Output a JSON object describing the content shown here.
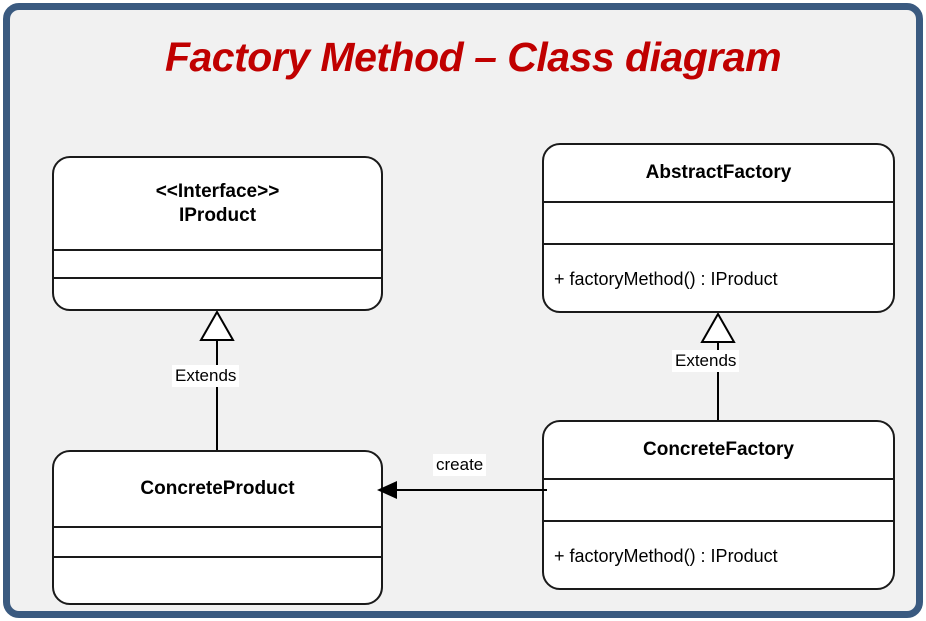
{
  "frame": {
    "border_color": "#3a5a80",
    "background_color": "#f1f1f1"
  },
  "title": {
    "text": "Factory Method – Class diagram",
    "color": "#c00000"
  },
  "diagram": {
    "type": "uml-class-diagram",
    "classes": [
      {
        "id": "iproduct",
        "stereotype": "<<Interface>>",
        "name": "IProduct",
        "attributes": [],
        "methods": []
      },
      {
        "id": "abstractfactory",
        "stereotype": "",
        "name": "AbstractFactory",
        "attributes": [],
        "methods": [
          "+ factoryMethod() : IProduct"
        ]
      },
      {
        "id": "concreteproduct",
        "stereotype": "",
        "name": "ConcreteProduct",
        "attributes": [],
        "methods": []
      },
      {
        "id": "concretefactory",
        "stereotype": "",
        "name": "ConcreteFactory",
        "attributes": [],
        "methods": [
          "+ factoryMethod() : IProduct"
        ]
      }
    ],
    "relations": [
      {
        "id": "product-inheritance",
        "kind": "generalization",
        "from": "concreteproduct",
        "to": "iproduct",
        "label": "Extends"
      },
      {
        "id": "factory-inheritance",
        "kind": "generalization",
        "from": "concretefactory",
        "to": "abstractfactory",
        "label": "Extends"
      },
      {
        "id": "create-dependency",
        "kind": "association",
        "from": "concretefactory",
        "to": "concreteproduct",
        "label": "create"
      }
    ]
  }
}
